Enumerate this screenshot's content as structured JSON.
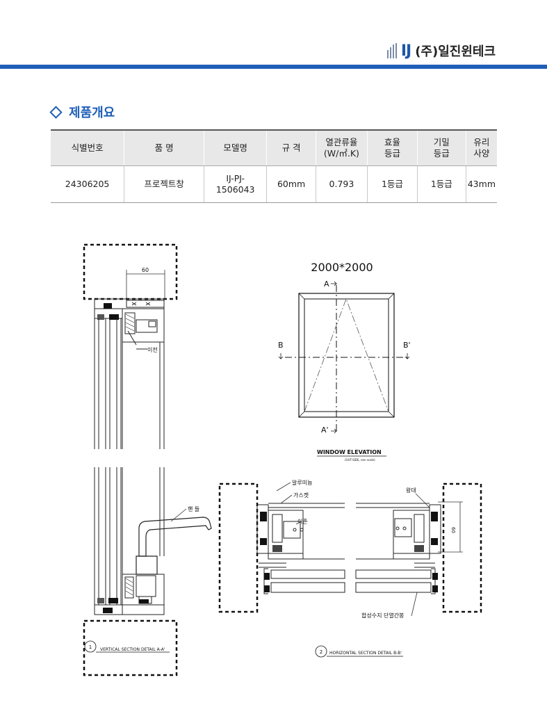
{
  "header": {
    "logo_mark": "IJ",
    "company": "(주)일진윈테크"
  },
  "section": {
    "title": "제품개요"
  },
  "spec_table": {
    "headers": [
      [
        "식별번호"
      ],
      [
        "품 명"
      ],
      [
        "모델명"
      ],
      [
        "규 격"
      ],
      [
        "열관류율",
        "(W/㎡.K)"
      ],
      [
        "효율",
        "등급"
      ],
      [
        "기밀",
        "등급"
      ],
      [
        "유리",
        "사양"
      ]
    ],
    "row": [
      [
        "24306205"
      ],
      [
        "프로젝트창"
      ],
      [
        "IJ-PJ-",
        "1506043"
      ],
      [
        "60mm"
      ],
      [
        "0.793"
      ],
      [
        "1등급"
      ],
      [
        "1등급"
      ],
      [
        "43mm"
      ]
    ]
  },
  "drawing": {
    "elevation_size": "2000*2000",
    "label_a": "A",
    "label_a_prime": "A'",
    "label_b": "B",
    "label_b_prime": "B'",
    "elevation_caption": "WINDOW   ELEVATION",
    "elevation_subcaption": "(OUT-SIDE, non scale)",
    "vertical_dim": "60",
    "horizontal_dim": "60",
    "label_ijeon_v": "이전",
    "label_handle": "핸 들",
    "label_alu_bar": "알루미늄",
    "label_gasket": "가스켓",
    "label_ijeon_h": "이존",
    "label_window_frame": "왕대",
    "label_resin": "합성수지 단열간봉",
    "detail1_no": "1",
    "detail1_caption": "VERTICAL SECTION DETAIL A-A'",
    "detail2_no": "2",
    "detail2_caption": "HORIZONTAL SECTION DETAIL B-B'"
  },
  "colors": {
    "brand_blue": "#1f5fb8",
    "table_header_bg": "#e8e8e8"
  }
}
